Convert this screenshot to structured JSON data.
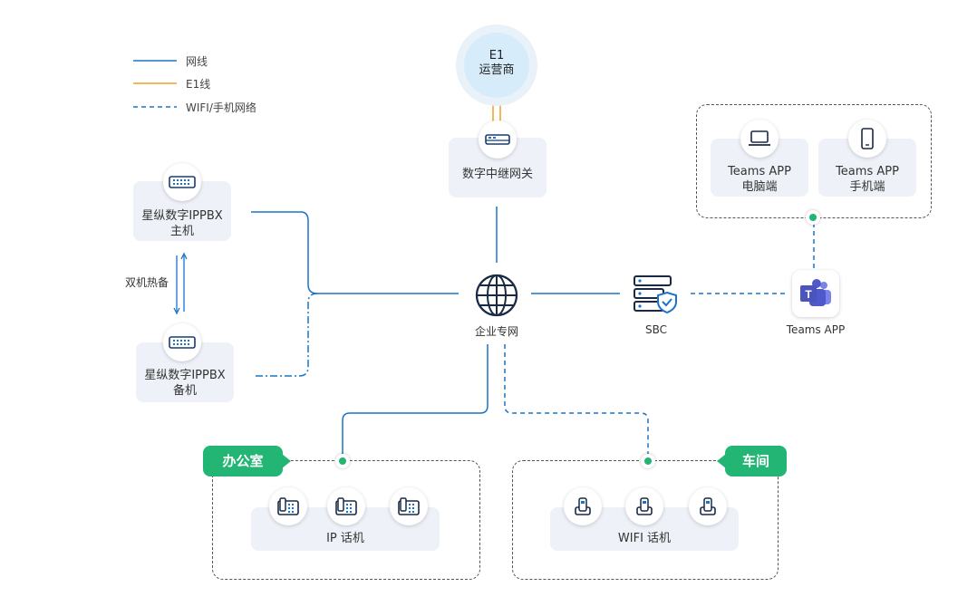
{
  "legend": {
    "network_cable": "网线",
    "e1_line": "E1线",
    "wifi_mobile": "WIFI/手机网络"
  },
  "colors": {
    "network_line": "#1a73c8",
    "e1_line": "#f0a020",
    "green_accent": "#22b573",
    "card_bg": "#eef2f8"
  },
  "e1_operator": {
    "line1": "E1",
    "line2": "运营商"
  },
  "gateway": {
    "label": "数字中继网关"
  },
  "pbx_primary": {
    "line1": "星纵数字IPPBX",
    "line2": "主机"
  },
  "pbx_backup": {
    "line1": "星纵数字IPPBX",
    "line2": "备机"
  },
  "hot_standby": {
    "label": "双机热备"
  },
  "enterprise_network": {
    "label": "企业专网"
  },
  "sbc": {
    "label": "SBC"
  },
  "teams": {
    "app_label": "Teams APP",
    "pc": {
      "line1": "Teams APP",
      "line2": "电脑端"
    },
    "mobile": {
      "line1": "Teams APP",
      "line2": "手机端"
    }
  },
  "office": {
    "tag": "办公室",
    "card_label": "IP 话机"
  },
  "workshop": {
    "tag": "车间",
    "card_label": "WIFI 话机"
  }
}
